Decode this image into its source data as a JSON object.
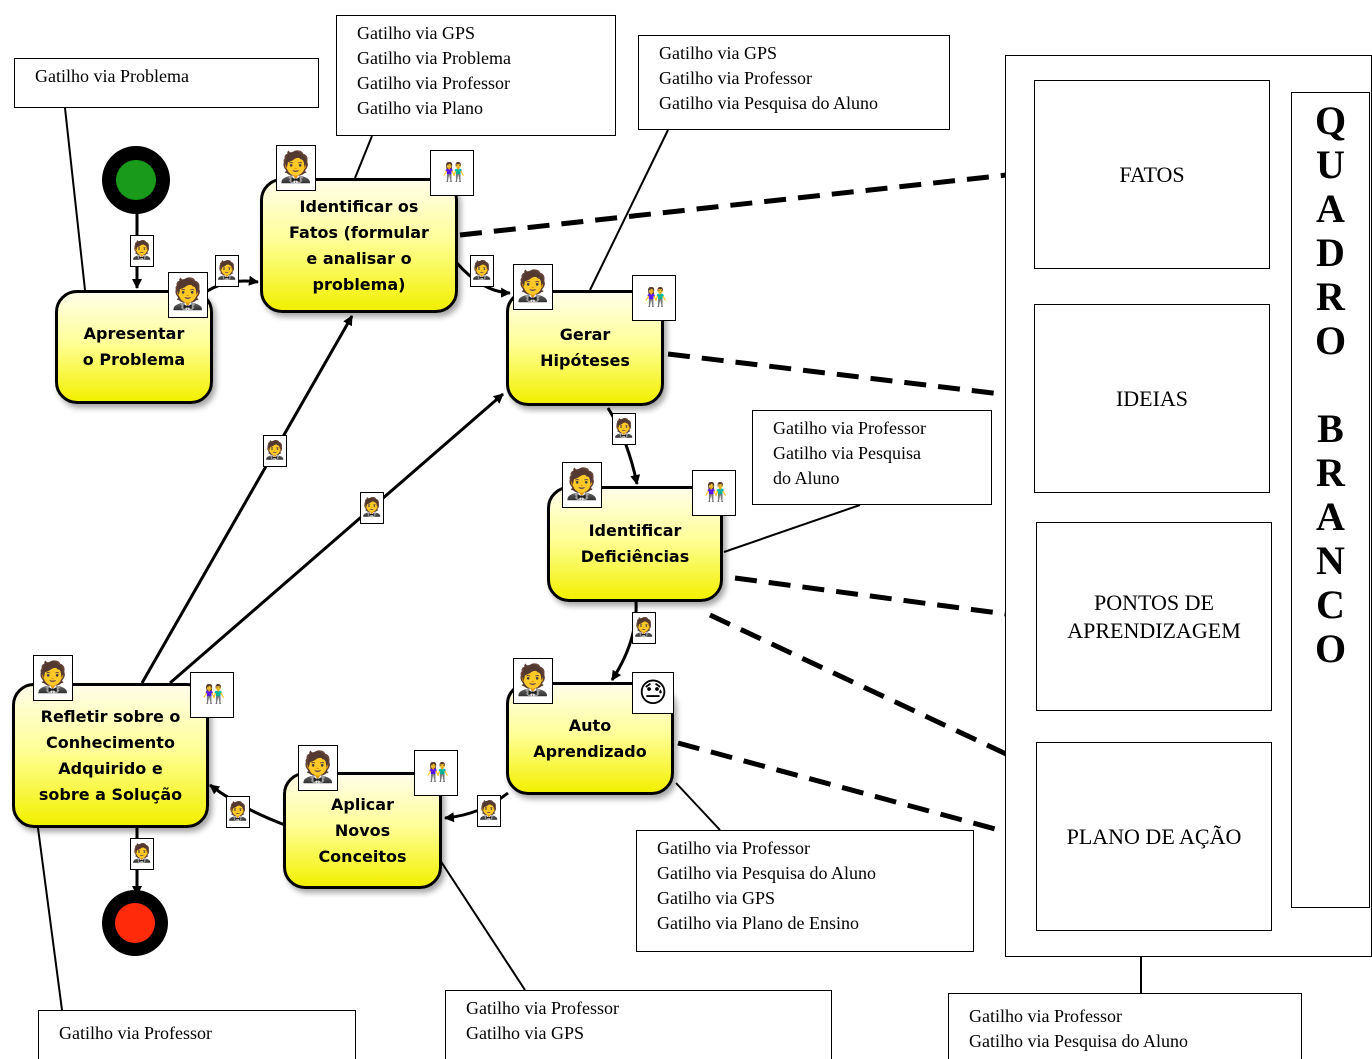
{
  "notes": {
    "gatilho_problema": [
      "Gatilho via Problema"
    ],
    "gatilho_identificar": [
      "Gatilho via GPS",
      "Gatilho via Problema",
      "Gatilho via Professor",
      "Gatilho via Plano"
    ],
    "gatilho_gerar": [
      "Gatilho via GPS",
      "Gatilho via Professor",
      "Gatilho via Pesquisa do Aluno"
    ],
    "gatilho_deficiencias": [
      "Gatilho via Professor",
      "Gatilho via Pesquisa",
      "do Aluno"
    ],
    "gatilho_auto": [
      "Gatilho via Professor",
      "Gatilho via Pesquisa do Aluno",
      "Gatilho via GPS",
      "Gatilho via Plano de Ensino"
    ],
    "gatilho_aplicar": [
      "Gatilho via Professor",
      "Gatilho via GPS"
    ],
    "gatilho_refletir": [
      "Gatilho via Professor"
    ],
    "gatilho_quadro": [
      "Gatilho via Professor",
      "Gatilho via Pesquisa do Aluno"
    ]
  },
  "activities": {
    "apresentar": "Apresentar\no Problema",
    "identificar": "Identificar os\nFatos (formular\ne analisar o\nproblema)",
    "gerar": "Gerar\nHipóteses",
    "deficiencias": "Identificar\nDeficiências",
    "auto": "Auto\nAprendizado",
    "aplicar": "Aplicar\nNovos\nConceitos",
    "refletir": "Refletir sobre o\nConhecimento\nAdquirido e\nsobre a Solução"
  },
  "board": {
    "title_letters": [
      "Q",
      "U",
      "A",
      "D",
      "R",
      "O",
      "",
      "B",
      "R",
      "A",
      "N",
      "C",
      "O"
    ],
    "lanes": {
      "fatos": "FATOS",
      "ideias": "IDEIAS",
      "pontos": "PONTOS DE\nAPRENDIZAGEM",
      "plano": "PLANO DE AÇÃO"
    }
  },
  "icons": {
    "teacher": "teacher-icon",
    "students": "students-icon",
    "self_study": "self-study-icon",
    "teacher_glyph": "🤵",
    "students_glyph": "👫",
    "self_study_glyph": "😓"
  },
  "colors": {
    "start": "#1a9a1a",
    "end": "#ff2a0a",
    "activity_fill": "#ffff66"
  }
}
